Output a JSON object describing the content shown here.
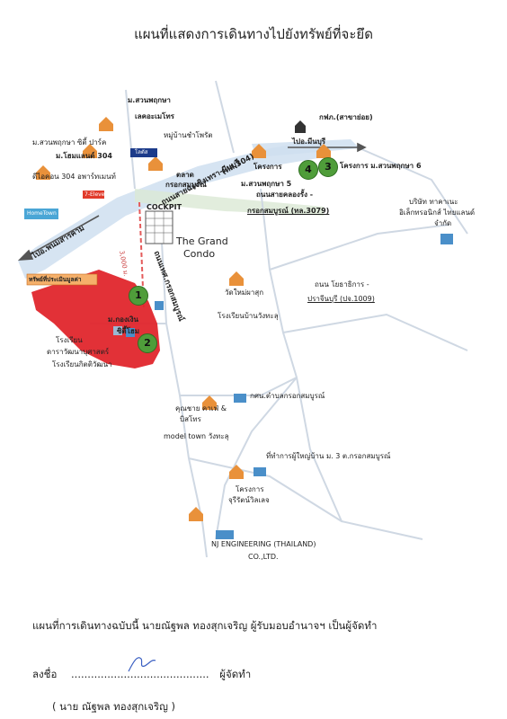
{
  "title": "แผนที่แสดงการเดินทางไปยังทรัพย์ที่จะยึด",
  "colors": {
    "road_main": "#cfdff0",
    "road_minor": "#dbe8d4",
    "highlight_area": "#e0262c",
    "marker": "#4f9d3a",
    "arrow": "#555555",
    "dashed_route": "#e45a5a"
  },
  "arrows": {
    "to_min_buri": "ไปอ.มีนบุรี",
    "to_phanat": "ไปอ.พนมสารคาม"
  },
  "roads": {
    "chachoengsao_minburi": "ถนนสายฉะเชิงเทรา-มีนบุรี",
    "route_304": "(ทล.304)",
    "khlong_rung": "ถนนสายคลองรั้ง -",
    "khlong_rung_2": "กรอกสมบูรณ์ (ทล.3079)",
    "yothathikan": "ถนน โยธาธิการ -",
    "yothathikan_2": "ปราจีนบุรี (ปจ.1009)",
    "local_road": "ถนนเทศ.กรอกสมบูรณ์",
    "distance": "3,000 ม."
  },
  "places": {
    "suanphrukksa_top": "ม.สวนพฤกษา",
    "lake": "เลคอะเมโทร",
    "village_photo": "หมู่บ้านชำโพรัต",
    "suanphrukksa_city": "ม.สวนพฤกษา ซิตี้ ปาร์ค",
    "homeland": "ม.โฮมแลนด์ 304",
    "d_condo": "ดีไอคอน 304 อพาร์ทเมนท์",
    "seven": "7-Eleven",
    "lotus": "โลตัส",
    "hometown_logo": "HomeTown",
    "cockpit": "COCKPIT",
    "talat": "ตลาด",
    "talat_2": "กรอกสมบูรณ์",
    "grand_condo": "The Grand",
    "grand_condo_2": "Condo",
    "gfp": "กฟภ.(สาขาย่อย)",
    "project": "โครงการ",
    "project_sp5": "ม.สวนพฤกษา 5",
    "project_sp6": "โครงการ ม.สวนพฤกษา 6",
    "company_1": "บริษัท ทาคาเนะ",
    "company_2": "อิเล็กทรอนิกส์ ไทยแลนด์",
    "company_3": "จำกัด",
    "appraisal": "ทรัพย์ที่ประเมินมูลค่า",
    "kong_ngoen": "ม.กองเงิน",
    "kong_ngoen_2": "ซิตี้โฮม",
    "school_a": "โรงเรียน",
    "school_b": "ดาราวัฒนาบุศาสตร์",
    "school_c": "โรงเรียนกิตติวัฒนา",
    "temple": "วัดใหม่ผาสุก",
    "school_temple": "โรงเรียนบ้านวังทะลุ",
    "tambon": "กศน.ตำบลกรอกสมบูรณ์",
    "cafe": "คุณชาย คาเฟ่ &",
    "cafe_2": "บิสโทร",
    "model_town": "model town วังทะลุ",
    "village_head": "ที่ทำการผู้ใหญ่บ้าน ม. 3 ต.กรอกสมบูรณ์",
    "project_b": "โครงการ",
    "project_b2": "จุรีรัตน์วิลเลจ",
    "nj_1": "NJ ENGINEERING (THAILAND)",
    "nj_2": "CO.,LTD."
  },
  "markers": [
    "1",
    "2",
    "3",
    "4"
  ],
  "footer": {
    "line1": "แผนที่การเดินทางฉบับนี้ นายณัฐพล ทองสุกเจริญ ผู้รับมอบอำนาจฯ เป็นผู้จัดทำ",
    "sign_label": "ลงชื่อ",
    "dots": "..........................................",
    "role": "ผู้จัดทำ",
    "name": "( นาย ณัฐพล ทองสุกเจริญ )"
  }
}
